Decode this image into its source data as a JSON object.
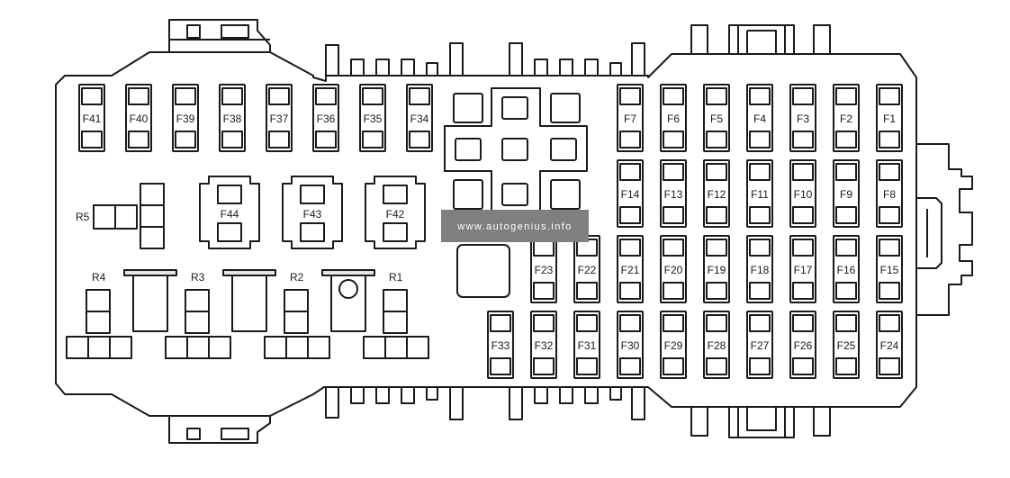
{
  "watermark": "www.autogenius.info",
  "colors": {
    "line": "#1a1a1a",
    "fill": "#ffffff",
    "watermark_bg": "#7f7f7f",
    "watermark_text": "#ffffff"
  },
  "fuses": {
    "top_left_row": [
      "F41",
      "F40",
      "F39",
      "F38",
      "F37",
      "F36",
      "F35",
      "F34"
    ],
    "right_row_1": [
      "F7",
      "F6",
      "F5",
      "F4",
      "F3",
      "F2",
      "F1"
    ],
    "right_row_2": [
      "F14",
      "F13",
      "F12",
      "F11",
      "F10",
      "F9",
      "F8"
    ],
    "middle_row_3": [
      "F23",
      "F22"
    ],
    "right_row_3": [
      "F21",
      "F20",
      "F19",
      "F18",
      "F17",
      "F16",
      "F15"
    ],
    "middle_row_4": [
      "F33",
      "F32",
      "F31"
    ],
    "right_row_4": [
      "F30",
      "F29",
      "F28",
      "F27",
      "F26",
      "F25",
      "F24"
    ],
    "socket_fuses": [
      "F44",
      "F43",
      "F42"
    ]
  },
  "relays": {
    "r5": "R5",
    "lower": [
      "R4",
      "R3",
      "R2",
      "R1"
    ]
  }
}
